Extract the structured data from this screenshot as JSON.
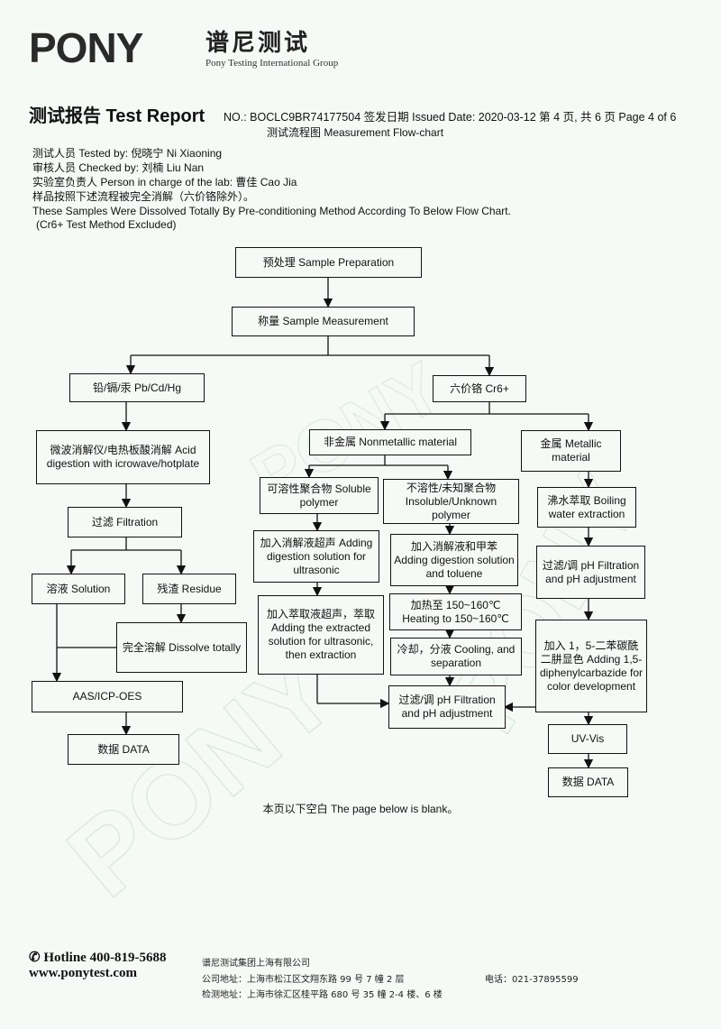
{
  "header": {
    "logo_text": "PONY",
    "company_cn": "谱尼测试",
    "company_en": "Pony Testing International Group"
  },
  "report": {
    "title": "测试报告 Test Report",
    "meta": "NO.: BOCLC9BR74177504 签发日期 Issued Date: 2020-03-12 第 4 页, 共 6 页 Page 4 of 6",
    "caption": "测试流程图 Measurement Flow-chart"
  },
  "personnel": {
    "tested_by": "测试人员 Tested by: 倪晓宁 Ni Xiaoning",
    "checked_by": "审核人员 Checked by: 刘楠 Liu Nan",
    "lab_in_charge": "实验室负责人 Person in charge of the lab: 曹佳 Cao Jia",
    "note_cn": "样品按照下述流程被完全消解（六价铬除外）。",
    "note_en": "These Samples Were Dissolved Totally By Pre-conditioning Method According To Below Flow Chart.",
    "note_excl": "(Cr6+ Test Method Excluded)"
  },
  "flowchart": {
    "sample_prep": "预处理 Sample Preparation",
    "sample_measure": "称量 Sample Measurement",
    "pb_cd_hg": "铅/镉/汞 Pb/Cd/Hg",
    "cr6": "六价铬 Cr6+",
    "acid_digestion": "微波消解仪/电热板酸消解 Acid digestion with icrowave/hotplate",
    "filtration_left": "过滤 Filtration",
    "solution": "溶液 Solution",
    "residue": "残渣 Residue",
    "dissolve_totally": "完全溶解 Dissolve totally",
    "aas_icp": "AAS/ICP-OES",
    "data_left": "数据 DATA",
    "nonmetallic": "非金属 Nonmetallic material",
    "metallic": "金属 Metallic material",
    "soluble_polymer": "可溶性聚合物 Soluble polymer",
    "insoluble_polymer": "不溶性/未知聚合物 Insoluble/Unknown polymer",
    "adding_digestion_ultra": "加入消解液超声 Adding digestion solution for ultrasonic",
    "adding_digestion_toluene": "加入消解液和甲苯 Adding digestion solution and toluene",
    "extracted_solution": "加入萃取液超声，萃取 Adding the extracted solution for ultrasonic, then extraction",
    "heating": "加热至 150~160℃ Heating to 150~160℃",
    "cooling": "冷却，分液 Cooling, and separation",
    "filtration_ph_mid": "过滤/调 pH Filtration and pH adjustment",
    "boiling_water": "沸水萃取 Boiling water extraction",
    "filtration_ph_right": "过滤/调 pH Filtration and pH adjustment",
    "diphenylcarbazide": "加入 1，5-二苯碳酰二肼显色 Adding 1,5-diphenylcarbazide for color development",
    "uv_vis": "UV-Vis",
    "data_right": "数据 DATA"
  },
  "blank_note": "本页以下空白 The page below is blank。",
  "footer": {
    "hotline": "✆ Hotline 400-819-5688",
    "website": "www.ponytest.com",
    "company": "谱尼测试集团上海有限公司",
    "address": "公司地址：上海市松江区文翔东路 99 号 7 幢 2 层",
    "lab_address": "检测地址：上海市徐汇区桂平路 680 号 35 幢 2-4 楼、6 楼",
    "phone": "电话：021-37895599"
  },
  "colors": {
    "accent": "#e2231a",
    "background": "#f6faf7"
  }
}
